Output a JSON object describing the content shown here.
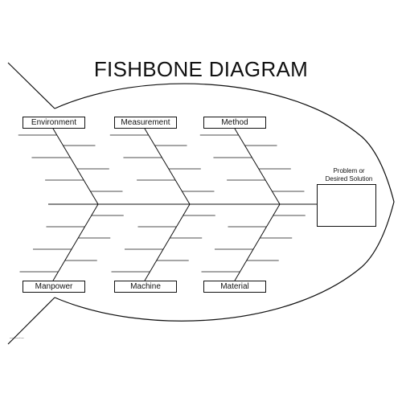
{
  "title": "FISHBONE DIAGRAM",
  "categories": {
    "top": [
      "Environment",
      "Measurement",
      "Method"
    ],
    "bottom": [
      "Manpower",
      "Machine",
      "Material"
    ]
  },
  "problem": {
    "line1": "Problem or",
    "line2": "Desired Solution"
  },
  "footer": "www.edrawsoft.com"
}
